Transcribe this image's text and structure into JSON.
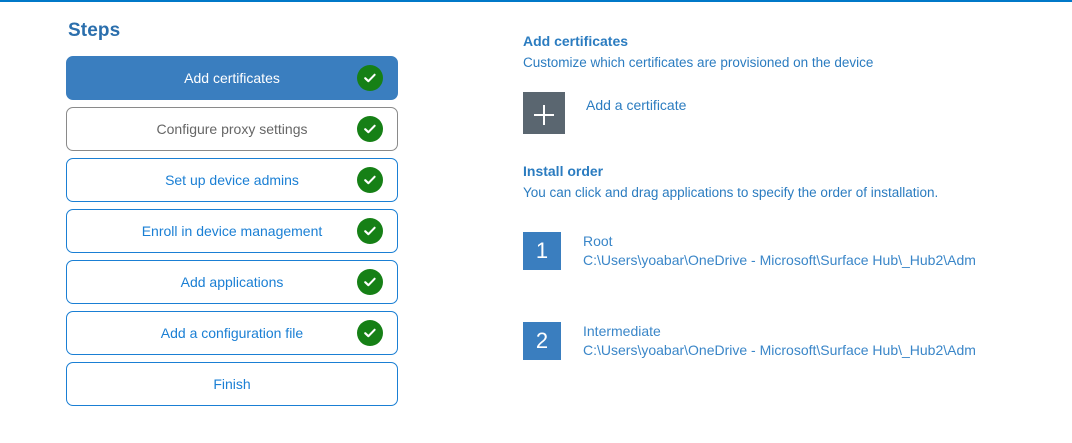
{
  "theme": {
    "accent_blue": "#0078c8",
    "active_step_blue": "#3a7ebf",
    "link_blue": "#1a7fd4",
    "heading_blue": "#2b7cc0",
    "check_green": "#168016",
    "plus_tile_gray": "#5a6670",
    "muted_gray": "#8a8a8a"
  },
  "steps_panel": {
    "title": "Steps",
    "items": [
      {
        "label": "Add certificates",
        "state": "active",
        "complete": true
      },
      {
        "label": "Configure proxy settings",
        "state": "muted",
        "complete": true
      },
      {
        "label": "Set up device admins",
        "state": "default",
        "complete": true
      },
      {
        "label": "Enroll in device management",
        "state": "default",
        "complete": true
      },
      {
        "label": "Add applications",
        "state": "default",
        "complete": true
      },
      {
        "label": "Add a configuration file",
        "state": "default",
        "complete": true
      },
      {
        "label": "Finish",
        "state": "default",
        "complete": false
      }
    ],
    "check_icon": "check-circle-icon"
  },
  "detail": {
    "certificates": {
      "heading": "Add certificates",
      "subtitle": "Customize which certificates are provisioned on the device",
      "add_button_icon": "plus-icon",
      "add_button_label": "Add a certificate"
    },
    "install_order": {
      "heading": "Install order",
      "subtitle": "You can click and drag applications to specify the order of installation.",
      "items": [
        {
          "number": "1",
          "name": "Root",
          "path": "C:\\Users\\yoabar\\OneDrive - Microsoft\\Surface Hub\\_Hub2\\Adm"
        },
        {
          "number": "2",
          "name": "Intermediate",
          "path": "C:\\Users\\yoabar\\OneDrive - Microsoft\\Surface Hub\\_Hub2\\Adm"
        }
      ]
    }
  }
}
